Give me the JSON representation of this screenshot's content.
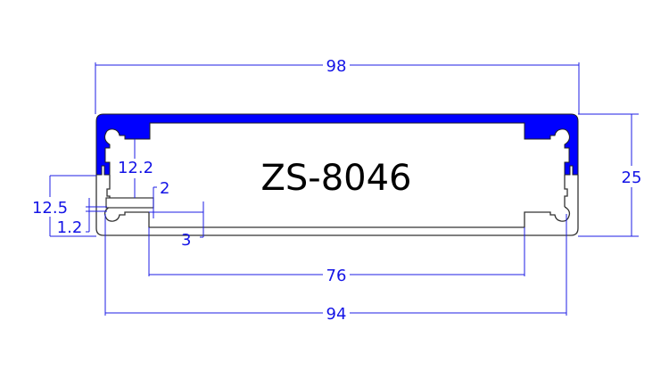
{
  "drawing": {
    "title": "ZS-8046",
    "profile_color": "#0000ff",
    "dimension_color": "#1414e6",
    "outline_color": "#333333"
  },
  "dimensions": {
    "overall_width": "98",
    "height": "25",
    "inner_width": "94",
    "bottom_opening": "76",
    "slot_depth": "12.2",
    "slot_thickness": "2",
    "slot_offset": "3",
    "side_height": "12.5",
    "side_offset": "1.2"
  }
}
